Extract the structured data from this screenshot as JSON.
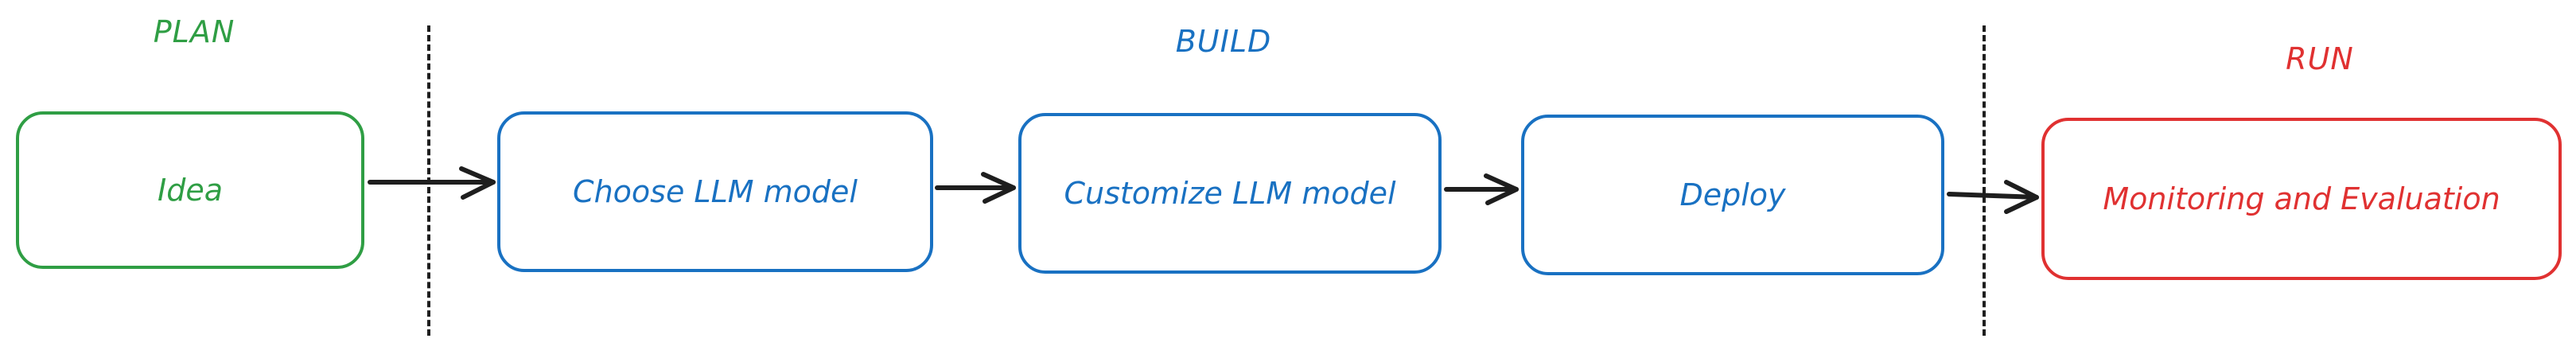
{
  "phases": {
    "plan": "PLAN",
    "build": "BUILD",
    "run": "RUN"
  },
  "nodes": {
    "idea": "Idea",
    "choose": "Choose LLM model",
    "customize": "Customize LLM model",
    "deploy": "Deploy",
    "monitor": "Monitoring and Evaluation"
  },
  "colors": {
    "plan": "#2f9e44",
    "build": "#1971c2",
    "run": "#e03131",
    "arrow": "#1e1e1e"
  }
}
